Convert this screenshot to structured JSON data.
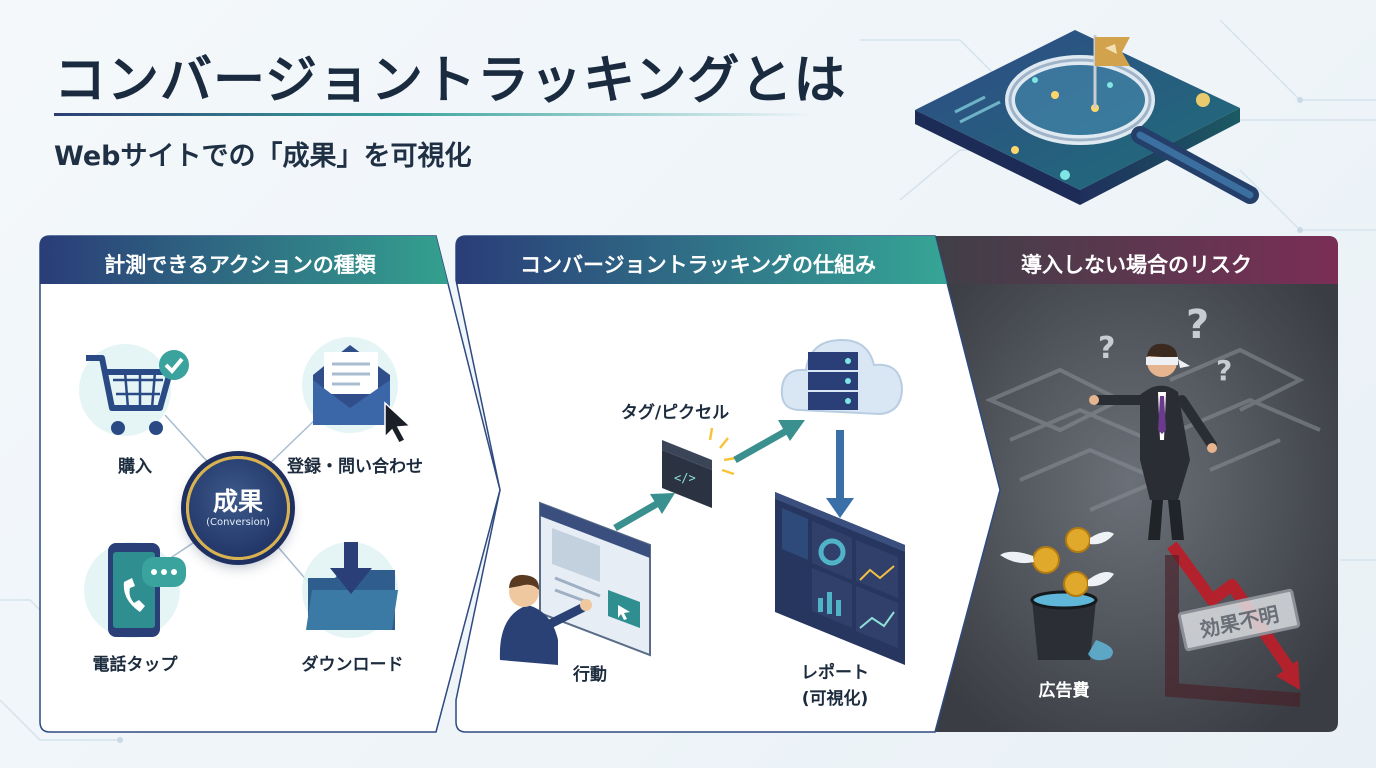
{
  "header": {
    "title": "コンバージョントラッキングとは",
    "subtitle": "Webサイトでの「成果」を可視化"
  },
  "panels": {
    "actions": {
      "heading": "計測できるアクションの種類",
      "center_main": "成果",
      "center_sub": "(Conversion)",
      "items": [
        "購入",
        "登録・問い合わせ",
        "電話タップ",
        "ダウンロード"
      ]
    },
    "mechanism": {
      "heading": "コンバージョントラッキングの仕組み",
      "steps": [
        "タグ/ピクセル",
        "行動",
        "レポート",
        "(可視化)"
      ]
    },
    "risk": {
      "heading": "導入しない場合のリスク",
      "stamp": "効果不明",
      "cost_label": "広告費"
    }
  },
  "colors": {
    "navy": "#2c3e74",
    "teal": "#3aa39d",
    "risk_dark": "#3c3f45",
    "risk_accent": "#7a2e56",
    "gold": "#d8b24e"
  },
  "icons": {
    "purchase": "cart-check-icon",
    "register": "envelope-cursor-icon",
    "phone": "smartphone-chat-icon",
    "download": "download-folder-icon",
    "tag": "code-tag-icon",
    "server": "cloud-server-icon",
    "report": "dashboard-icon",
    "confused": "blindfolded-businessman",
    "waste": "flying-coins-bucket",
    "decline": "falling-red-arrow"
  }
}
